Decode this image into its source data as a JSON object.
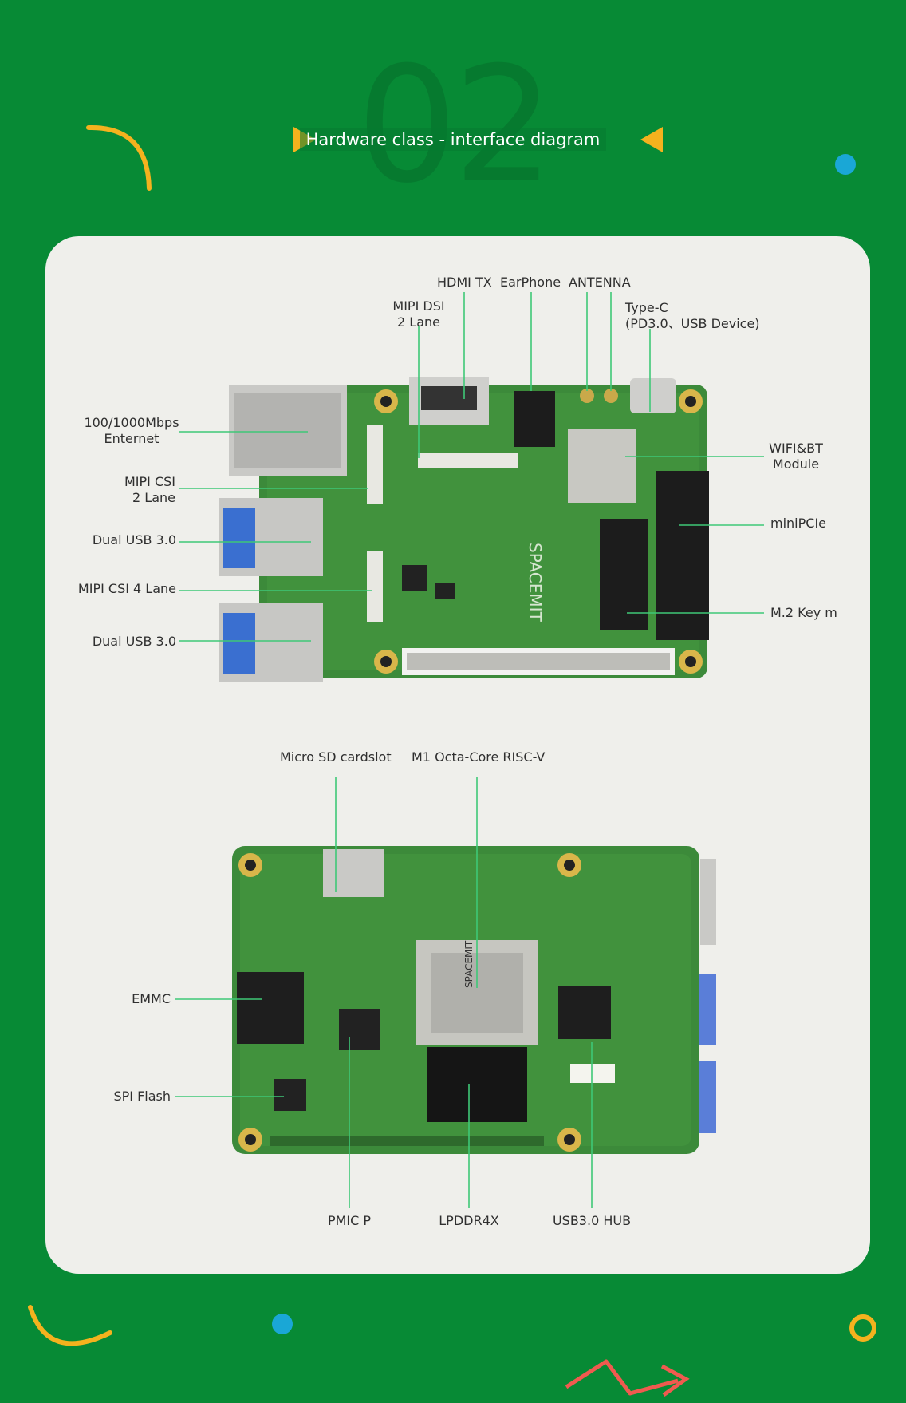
{
  "header": {
    "number": "02",
    "title": "Hardware class - interface diagram"
  },
  "colors": {
    "background": "#078a35",
    "card": "#efefeb",
    "accent_yellow": "#f4b21e",
    "accent_blue": "#1aa7d6",
    "accent_red": "#f05a4f",
    "pcb_green": "#3c8a3a",
    "leader_line": "#3ec877"
  },
  "top_board": {
    "labels": {
      "hdmi_tx": "HDMI TX",
      "earphone": "EarPhone",
      "antenna": "ANTENNA",
      "mipi_dsi_line1": "MIPI DSI",
      "mipi_dsi_line2": "2 Lane",
      "type_c_line1": "Type-C",
      "type_c_line2": "(PD3.0、USB Device)",
      "ethernet_line1": "100/1000Mbps",
      "ethernet_line2": "Enternet",
      "mipi_csi2_line1": "MIPI CSI",
      "mipi_csi2_line2": "2 Lane",
      "dual_usb_1": "Dual USB 3.0",
      "mipi_csi4": "MIPI CSI 4 Lane",
      "dual_usb_2": "Dual USB 3.0",
      "wifi_bt_line1": "WIFI&BT",
      "wifi_bt_line2": "Module",
      "minipcie": "miniPCIe",
      "m2": "M.2 Key m"
    }
  },
  "bottom_board": {
    "labels": {
      "micro_sd": "Micro SD cardslot",
      "soc": "M1 Octa-Core RISC-V",
      "emmc": "EMMC",
      "spi_flash": "SPI  Flash",
      "pmic": "PMIC P",
      "lpddr4x": "LPDDR4X",
      "usb_hub": "USB3.0 HUB"
    }
  }
}
